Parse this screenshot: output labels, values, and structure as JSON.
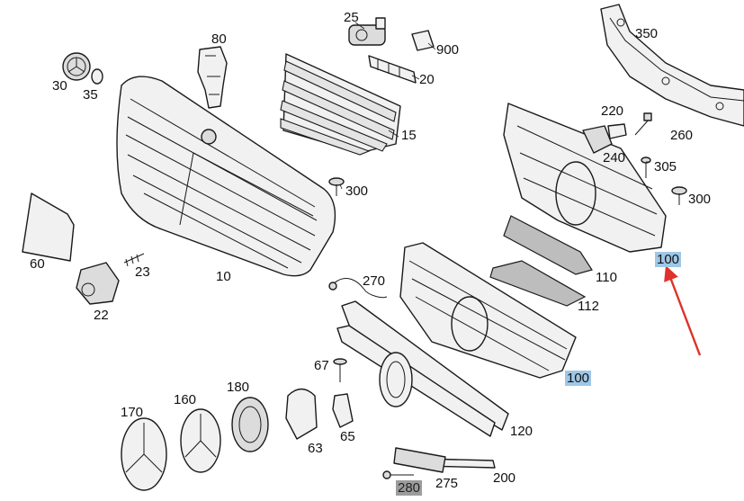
{
  "labels": {
    "p10": "10",
    "p15": "15",
    "p20": "20",
    "p22": "22",
    "p23": "23",
    "p25": "25",
    "p30a": "30",
    "p35": "35",
    "p60": "60",
    "p63": "63",
    "p65": "65",
    "p67": "67",
    "p80": "80",
    "p100a": "100",
    "p100b": "100",
    "p110": "110",
    "p112": "112",
    "p120": "120",
    "p160": "160",
    "p170": "170",
    "p180": "180",
    "p200": "200",
    "p220": "220",
    "p240": "240",
    "p260": "260",
    "p270": "270",
    "p275": "275",
    "p280": "280",
    "p300a": "300",
    "p300b": "300",
    "p305": "305",
    "p350": "350",
    "p900": "900"
  },
  "highlight_colors": {
    "selected": "#9fc7e6",
    "marked": "#9c9c9c",
    "arrow": "#e0312a"
  }
}
